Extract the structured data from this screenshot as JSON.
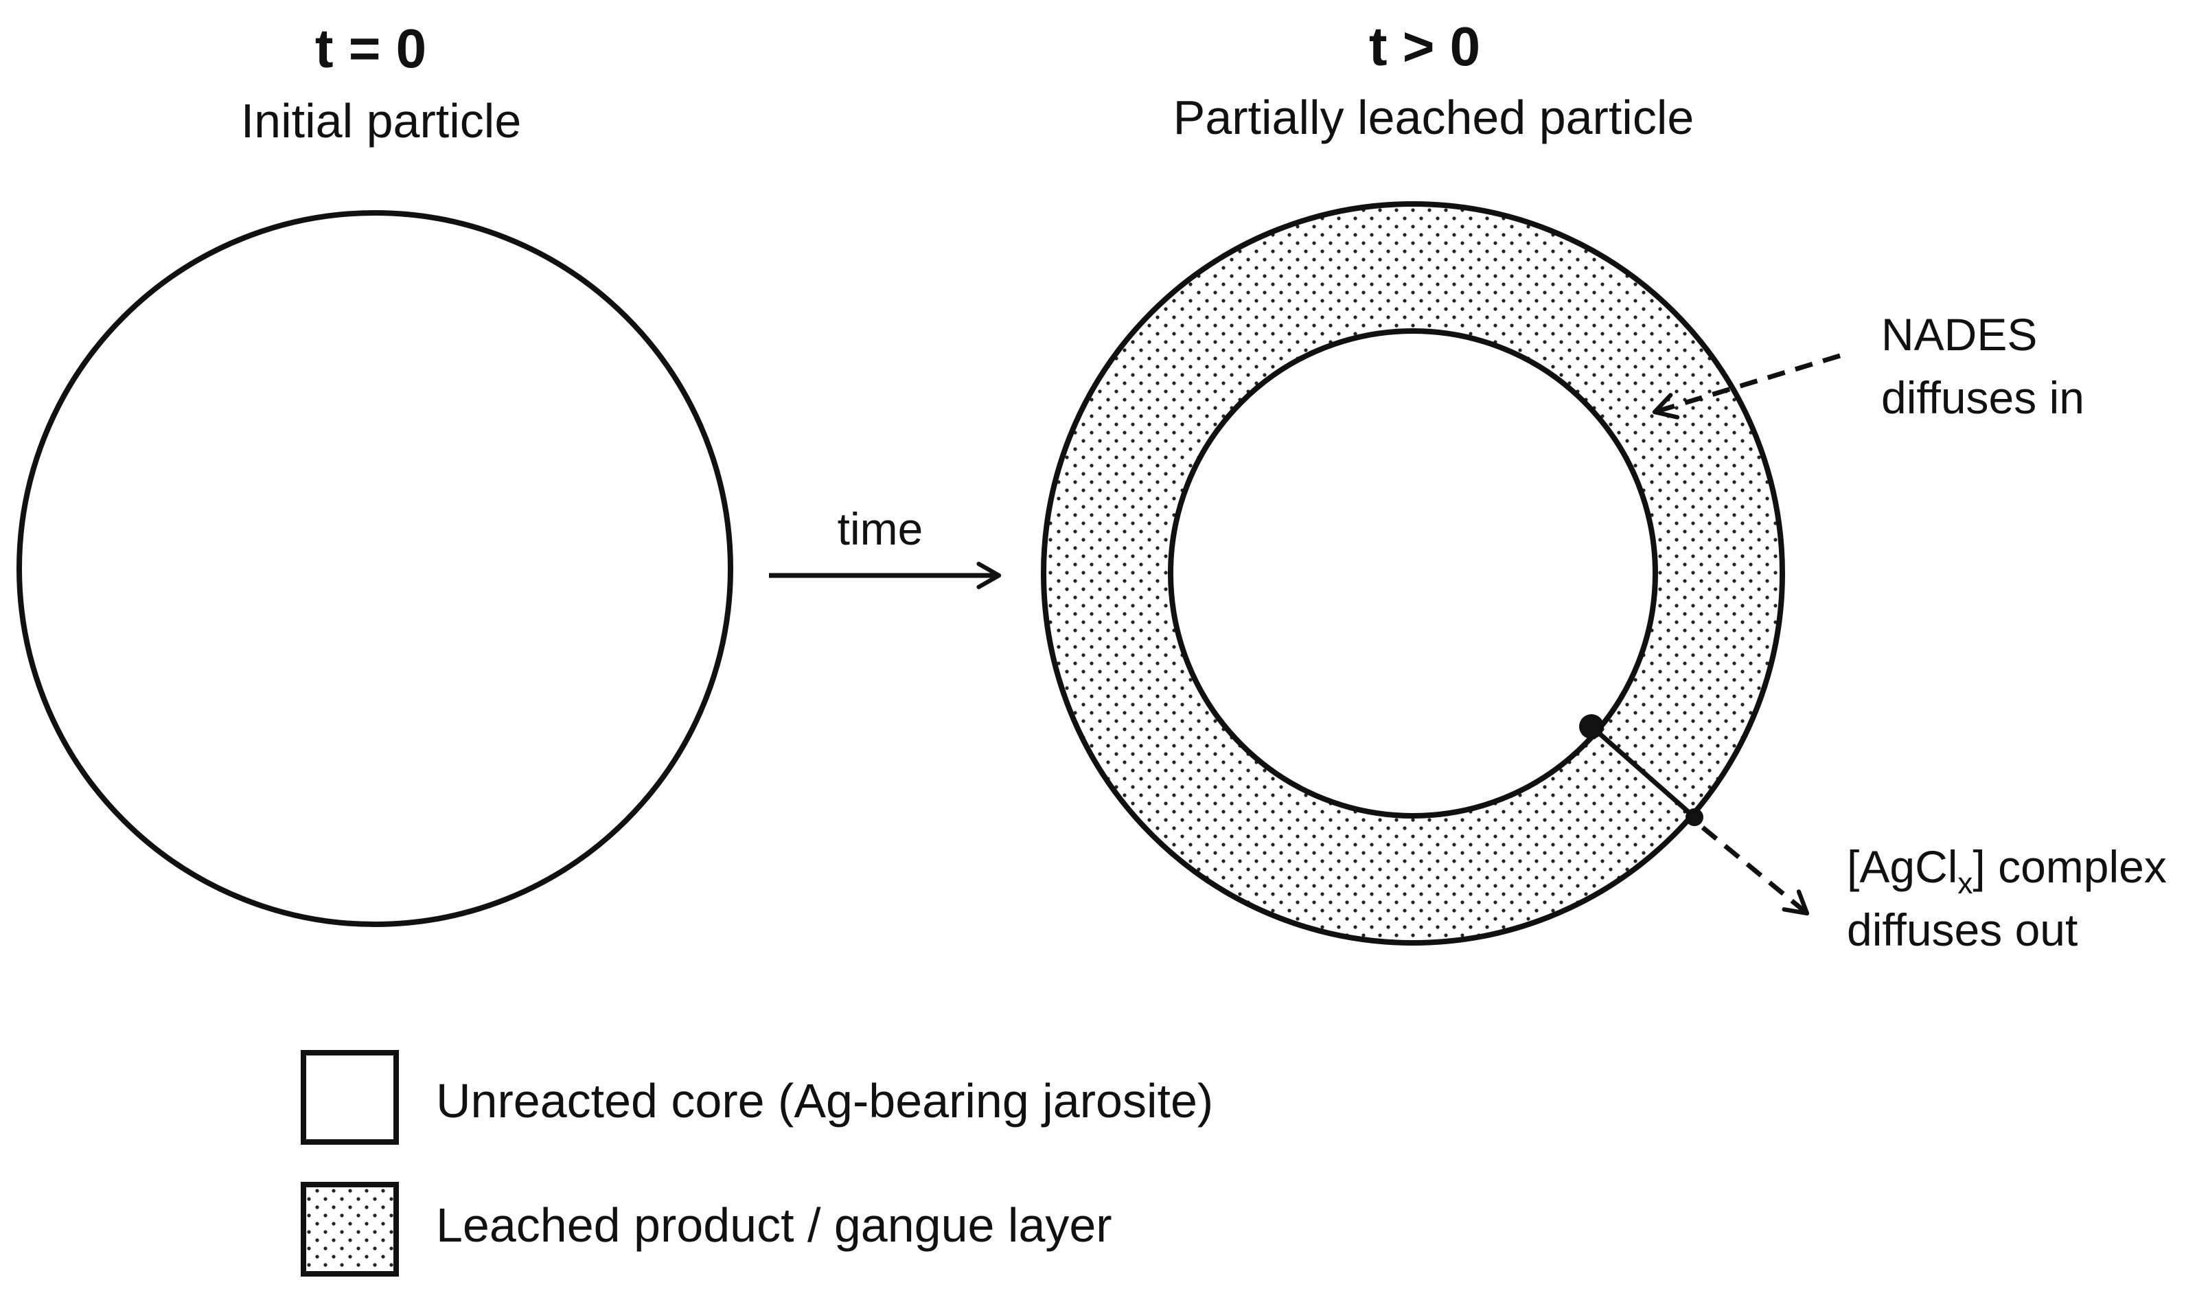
{
  "left_panel": {
    "time_label": "t = 0",
    "subtitle": "Initial particle"
  },
  "right_panel": {
    "time_label": "t > 0",
    "subtitle": "Partially leached particle"
  },
  "arrow": {
    "label": "time"
  },
  "annotations": {
    "nades_line1": "NADES",
    "nades_line2": "diffuses in",
    "complex_prefix": "[AgCl",
    "complex_subscript": "x",
    "complex_suffix": "] complex",
    "complex_line2": "diffuses out"
  },
  "legend": {
    "items": [
      {
        "swatch": "empty",
        "label": "Unreacted core (Ag-bearing jarosite)"
      },
      {
        "swatch": "dotted",
        "label": "Leached product / gangue layer"
      }
    ]
  },
  "colors": {
    "stroke": "#111111",
    "background": "#ffffff",
    "dots": "#222222"
  }
}
